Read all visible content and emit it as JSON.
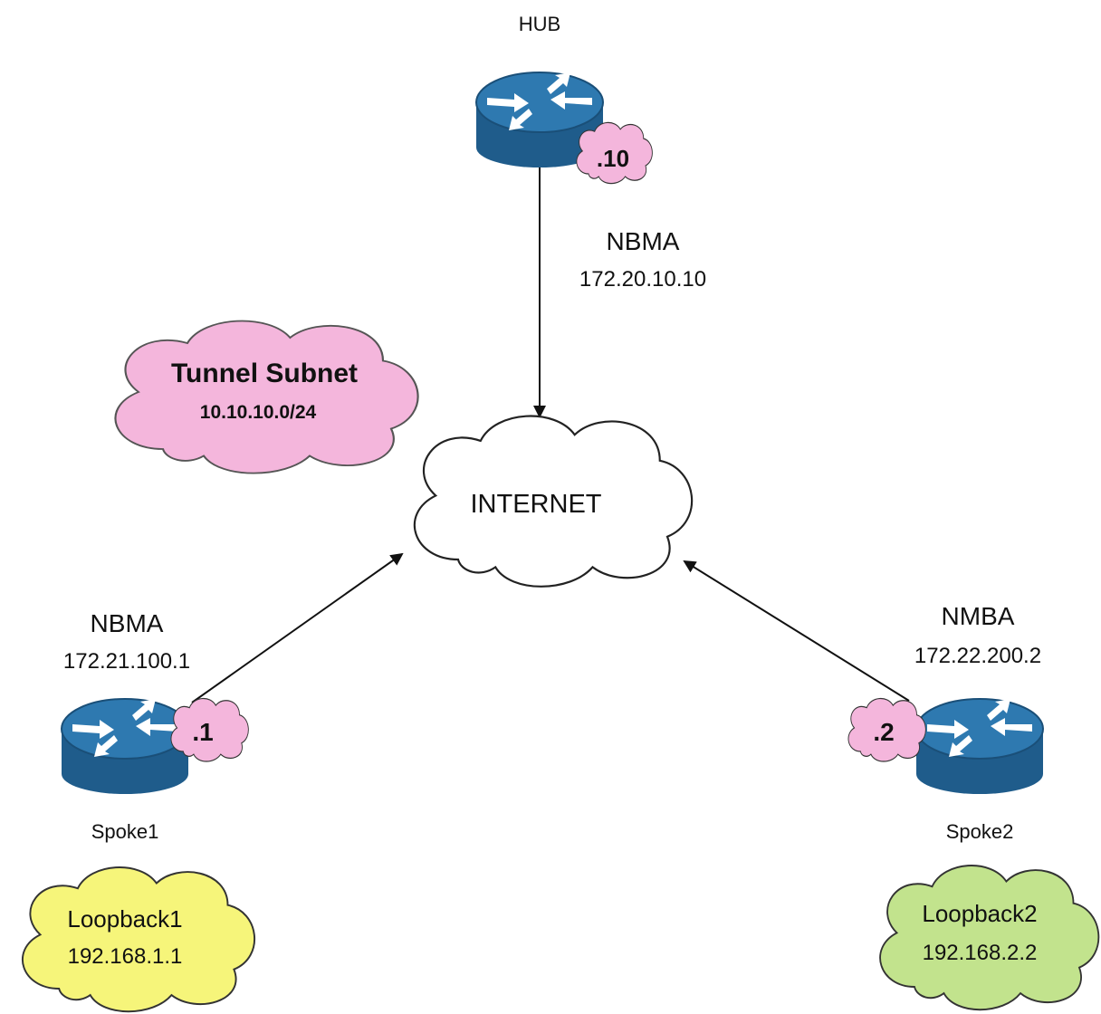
{
  "hub": {
    "title": "HUB",
    "tunnel_ip": ".10",
    "nbma_label": "NBMA",
    "nbma_ip": "172.20.10.10"
  },
  "internet": {
    "label": "INTERNET"
  },
  "tunnel_subnet": {
    "title": "Tunnel Subnet",
    "subnet": "10.10.10.0/24"
  },
  "spoke1": {
    "title": "Spoke1",
    "tunnel_ip": ".1",
    "nbma_label": "NBMA",
    "nbma_ip": "172.21.100.1",
    "loopback_name": "Loopback1",
    "loopback_ip": "192.168.1.1"
  },
  "spoke2": {
    "title": "Spoke2",
    "tunnel_ip": ".2",
    "nbma_label": "NMBA",
    "nbma_ip": "172.22.200.2",
    "loopback_name": "Loopback2",
    "loopback_ip": "192.168.2.2"
  },
  "colors": {
    "router_blue": "#1f5c8b",
    "router_top": "#2e79b0",
    "pink_cloud": "#f4b6dc",
    "yellow_cloud": "#f6f57a",
    "green_cloud": "#c2e38d",
    "line": "#111111"
  },
  "icons": {
    "router": "router-icon",
    "cloud": "cloud-icon"
  }
}
